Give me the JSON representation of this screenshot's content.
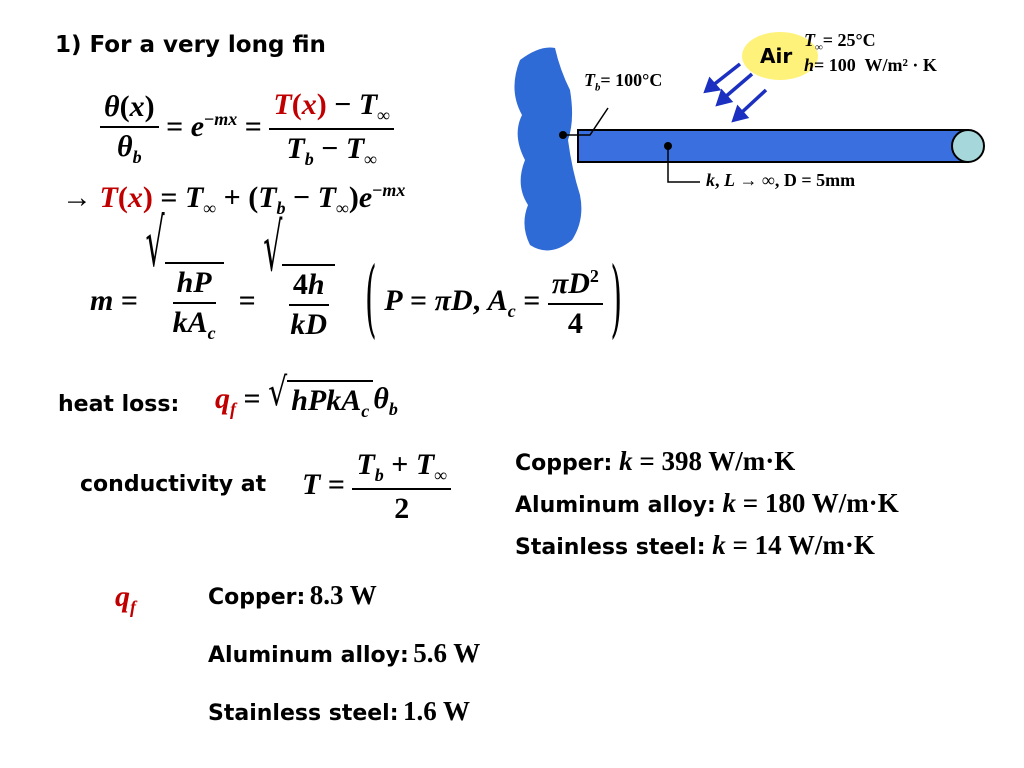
{
  "heading": "1) For a very long fin",
  "diagram": {
    "air_label": "Air",
    "t_inf": "= 25°C",
    "h_val": "= 100  W/m² · K",
    "tb": "= 100°C",
    "fin_props": ", D = 5mm",
    "colors": {
      "wall": "#2f6bd6",
      "fin": "#3a6fe0",
      "tip": "#a6d8db",
      "air_bubble": "#fff27a",
      "arrows": "#1b2fc0",
      "formula_red": "#c00000"
    }
  },
  "labels": {
    "heat_loss": "heat loss:",
    "conductivity_at": "conductivity at"
  },
  "conductivities": [
    {
      "material": "Copper:",
      "value": " = 398 W/m·K"
    },
    {
      "material": "Aluminum alloy:",
      "value": " = 180 W/m·K"
    },
    {
      "material": "Stainless steel:",
      "value": " = 14 W/m·K"
    }
  ],
  "heat_results": [
    {
      "material": "Copper:",
      "value": "8.3 W"
    },
    {
      "material": "Aluminum alloy:",
      "value": "5.6 W"
    },
    {
      "material": "Stainless steel:",
      "value": "1.6 W"
    }
  ]
}
